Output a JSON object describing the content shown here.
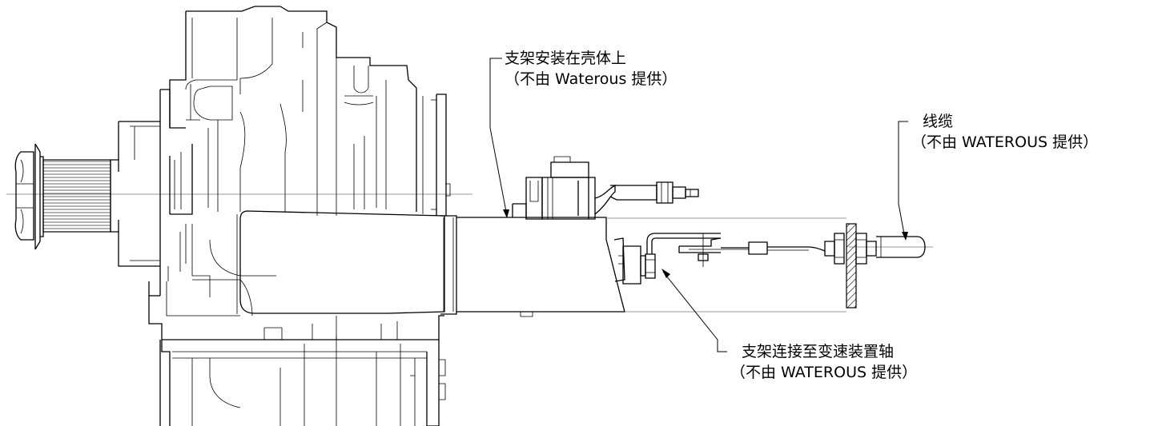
{
  "callouts": {
    "bracket_housing": {
      "line1": "支架安装在壳体上",
      "line2": "（不由 Waterous 提供）"
    },
    "cable": {
      "line1": "线缆",
      "line2": "（不由 WATEROUS 提供）"
    },
    "bracket_shaft": {
      "line1": "支架连接至变速装置轴",
      "line2": "（不由 WATEROUS 提供）"
    }
  }
}
